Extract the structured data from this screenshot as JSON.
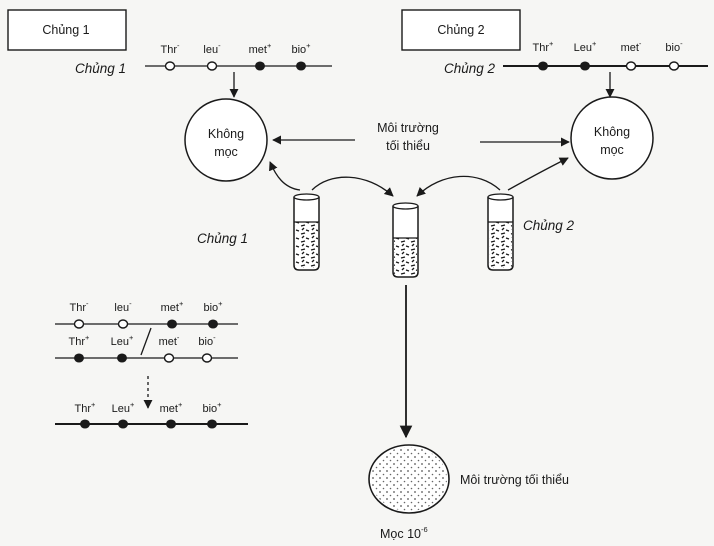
{
  "strain_box_1": "Chủng 1",
  "strain_box_2": "Chủng 2",
  "strain_1": {
    "label": "Chủng 1",
    "genes": [
      {
        "name": "Thr",
        "sign": "-"
      },
      {
        "name": "leu",
        "sign": "-"
      },
      {
        "name": "met",
        "sign": "+"
      },
      {
        "name": "bio",
        "sign": "+"
      }
    ]
  },
  "strain_2": {
    "label": "Chủng 2",
    "genes": [
      {
        "name": "Thr",
        "sign": "+"
      },
      {
        "name": "Leu",
        "sign": "+"
      },
      {
        "name": "met",
        "sign": "-"
      },
      {
        "name": "bio",
        "sign": "-"
      }
    ]
  },
  "no_growth_1": {
    "line1": "Không",
    "line2": "mọc"
  },
  "no_growth_2": {
    "line1": "Không",
    "line2": "mọc"
  },
  "minimal_medium": {
    "line1": "Môi trường",
    "line2": "tối thiểu"
  },
  "tube_label_1": "Chủng 1",
  "tube_label_2": "Chủng 2",
  "cross_1": {
    "genes": [
      {
        "name": "Thr",
        "sign": "-"
      },
      {
        "name": "leu",
        "sign": "-"
      },
      {
        "name": "met",
        "sign": "+"
      },
      {
        "name": "bio",
        "sign": "+"
      }
    ]
  },
  "cross_2": {
    "genes": [
      {
        "name": "Thr",
        "sign": "+"
      },
      {
        "name": "Leu",
        "sign": "+"
      },
      {
        "name": "met",
        "sign": "-"
      },
      {
        "name": "bio",
        "sign": "-"
      }
    ]
  },
  "recombinant": {
    "genes": [
      {
        "name": "Thr",
        "sign": "+"
      },
      {
        "name": "Leu",
        "sign": "+"
      },
      {
        "name": "met",
        "sign": "+"
      },
      {
        "name": "bio",
        "sign": "+"
      }
    ]
  },
  "plate_label": "Môi trường tối thiểu",
  "growth": {
    "text": "Mọc 10",
    "exponent": "-6"
  },
  "colors": {
    "ink": "#1a1a1a",
    "paper": "#f6f6f4"
  }
}
